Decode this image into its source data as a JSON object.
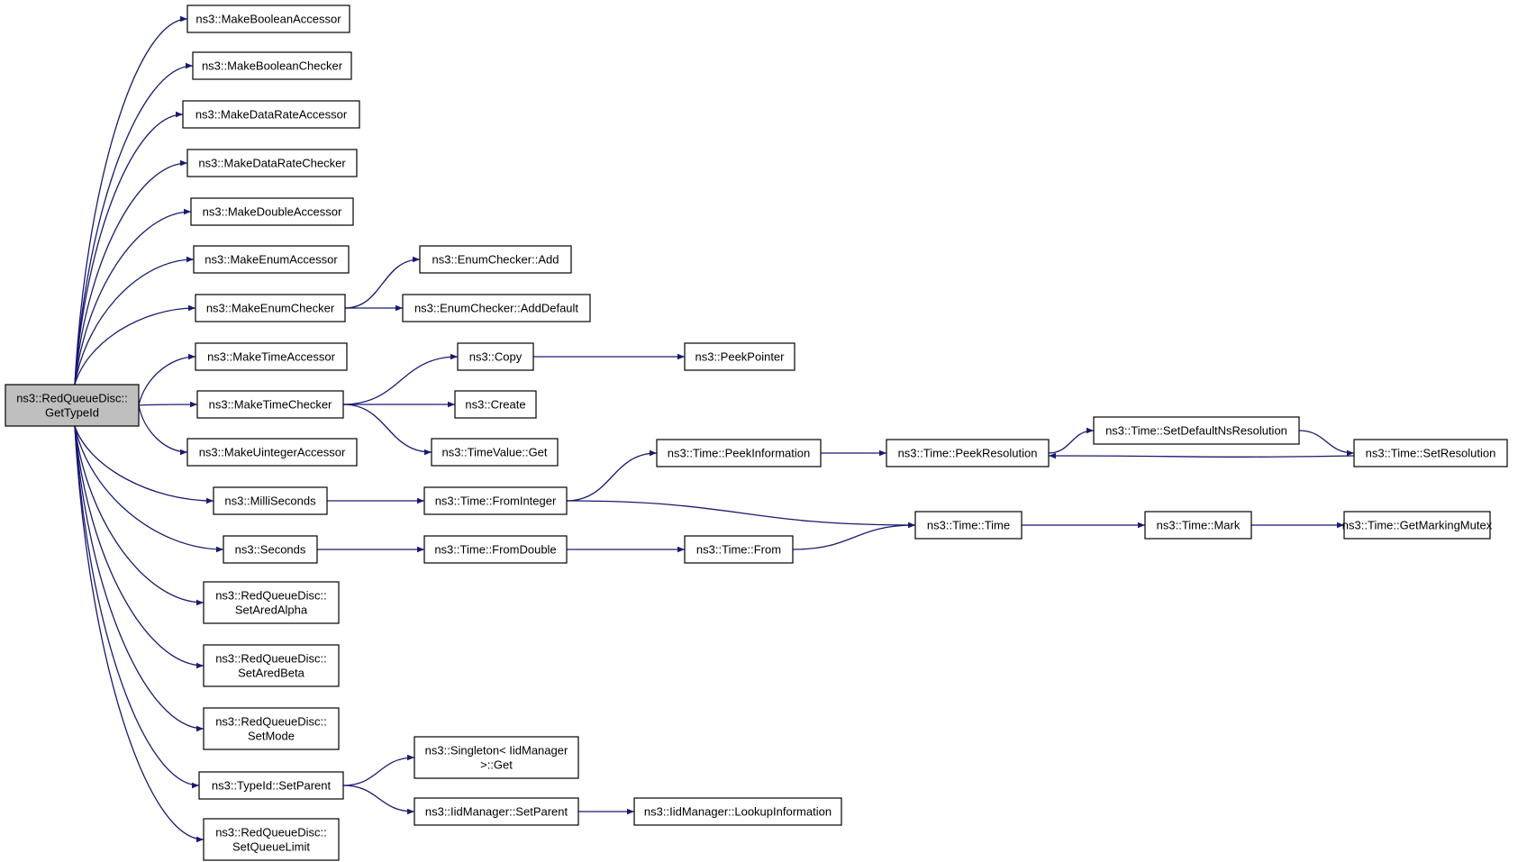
{
  "colors": {
    "edge": "#191970",
    "root_fill": "#bfbfbf",
    "node_fill": "#ffffff",
    "node_stroke": "#000000"
  },
  "nodes": [
    {
      "id": "root",
      "lines": [
        "ns3::RedQueueDisc::",
        "GetTypeId"
      ],
      "root": true
    },
    {
      "id": "n1",
      "lines": [
        "ns3::MakeBooleanAccessor"
      ]
    },
    {
      "id": "n2",
      "lines": [
        "ns3::MakeBooleanChecker"
      ]
    },
    {
      "id": "n3",
      "lines": [
        "ns3::MakeDataRateAccessor"
      ]
    },
    {
      "id": "n4",
      "lines": [
        "ns3::MakeDataRateChecker"
      ]
    },
    {
      "id": "n5",
      "lines": [
        "ns3::MakeDoubleAccessor"
      ]
    },
    {
      "id": "n6",
      "lines": [
        "ns3::MakeEnumAccessor"
      ]
    },
    {
      "id": "n7",
      "lines": [
        "ns3::MakeEnumChecker"
      ]
    },
    {
      "id": "n8",
      "lines": [
        "ns3::MakeTimeAccessor"
      ]
    },
    {
      "id": "n9",
      "lines": [
        "ns3::MakeTimeChecker"
      ]
    },
    {
      "id": "n10",
      "lines": [
        "ns3::MakeUintegerAccessor"
      ]
    },
    {
      "id": "n11",
      "lines": [
        "ns3::MilliSeconds"
      ]
    },
    {
      "id": "n12",
      "lines": [
        "ns3::Seconds"
      ]
    },
    {
      "id": "n13",
      "lines": [
        "ns3::RedQueueDisc::",
        "SetAredAlpha"
      ]
    },
    {
      "id": "n14",
      "lines": [
        "ns3::RedQueueDisc::",
        "SetAredBeta"
      ]
    },
    {
      "id": "n15",
      "lines": [
        "ns3::RedQueueDisc::",
        "SetMode"
      ]
    },
    {
      "id": "n16",
      "lines": [
        "ns3::TypeId::SetParent"
      ]
    },
    {
      "id": "n17",
      "lines": [
        "ns3::RedQueueDisc::",
        "SetQueueLimit"
      ]
    },
    {
      "id": "e1",
      "lines": [
        "ns3::EnumChecker::Add"
      ]
    },
    {
      "id": "e2",
      "lines": [
        "ns3::EnumChecker::AddDefault"
      ]
    },
    {
      "id": "c1",
      "lines": [
        "ns3::Copy"
      ]
    },
    {
      "id": "c2",
      "lines": [
        "ns3::Create"
      ]
    },
    {
      "id": "c3",
      "lines": [
        "ns3::TimeValue::Get"
      ]
    },
    {
      "id": "p1",
      "lines": [
        "ns3::PeekPointer"
      ]
    },
    {
      "id": "t1",
      "lines": [
        "ns3::Time::FromInteger"
      ]
    },
    {
      "id": "t2",
      "lines": [
        "ns3::Time::FromDouble"
      ]
    },
    {
      "id": "t3",
      "lines": [
        "ns3::Time::PeekInformation"
      ]
    },
    {
      "id": "t4",
      "lines": [
        "ns3::Time::From"
      ]
    },
    {
      "id": "t5",
      "lines": [
        "ns3::Time::PeekResolution"
      ]
    },
    {
      "id": "t6",
      "lines": [
        "ns3::Time::Time"
      ]
    },
    {
      "id": "t7",
      "lines": [
        "ns3::Time::SetDefaultNsResolution"
      ]
    },
    {
      "id": "t8",
      "lines": [
        "ns3::Time::SetResolution"
      ]
    },
    {
      "id": "t9",
      "lines": [
        "ns3::Time::Mark"
      ]
    },
    {
      "id": "t10",
      "lines": [
        "ns3::Time::GetMarkingMutex"
      ]
    },
    {
      "id": "s1",
      "lines": [
        "ns3::Singleton< IidManager",
        ">::Get"
      ]
    },
    {
      "id": "s2",
      "lines": [
        "ns3::IidManager::SetParent"
      ]
    },
    {
      "id": "s3",
      "lines": [
        "ns3::IidManager::LookupInformation"
      ]
    }
  ],
  "edges": [
    [
      "root",
      "n1"
    ],
    [
      "root",
      "n2"
    ],
    [
      "root",
      "n3"
    ],
    [
      "root",
      "n4"
    ],
    [
      "root",
      "n5"
    ],
    [
      "root",
      "n6"
    ],
    [
      "root",
      "n7"
    ],
    [
      "root",
      "n8"
    ],
    [
      "root",
      "n9"
    ],
    [
      "root",
      "n10"
    ],
    [
      "root",
      "n11"
    ],
    [
      "root",
      "n12"
    ],
    [
      "root",
      "n13"
    ],
    [
      "root",
      "n14"
    ],
    [
      "root",
      "n15"
    ],
    [
      "root",
      "n16"
    ],
    [
      "root",
      "n17"
    ],
    [
      "n7",
      "e1"
    ],
    [
      "n7",
      "e2"
    ],
    [
      "n9",
      "c1"
    ],
    [
      "n9",
      "c2"
    ],
    [
      "n9",
      "c3"
    ],
    [
      "c1",
      "p1"
    ],
    [
      "n11",
      "t1"
    ],
    [
      "n12",
      "t2"
    ],
    [
      "t1",
      "t3"
    ],
    [
      "t1",
      "t6"
    ],
    [
      "t2",
      "t4"
    ],
    [
      "t4",
      "t6"
    ],
    [
      "t3",
      "t5"
    ],
    [
      "t5",
      "t7"
    ],
    [
      "t7",
      "t8"
    ],
    [
      "t8",
      "t5"
    ],
    [
      "t6",
      "t9"
    ],
    [
      "t9",
      "t10"
    ],
    [
      "n16",
      "s1"
    ],
    [
      "n16",
      "s2"
    ],
    [
      "s2",
      "s3"
    ]
  ]
}
